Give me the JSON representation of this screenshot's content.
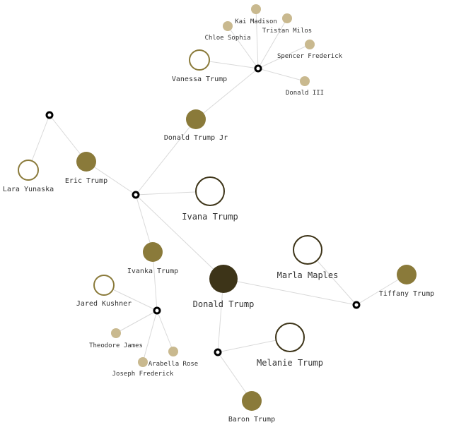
{
  "colors": {
    "root": "#3d3418",
    "child": "#8a7a3a",
    "grandchild": "#c9b98f",
    "spouse_outline": "#3d3418",
    "inlaw_outline": "#8a7a3a",
    "union": "#000000",
    "edge": "#d9d9d9"
  },
  "people": {
    "donald_trump": "Donald Trump",
    "ivana_trump": "Ivana Trump",
    "marla_maples": "Marla Maples",
    "melanie_trump": "Melanie Trump",
    "donald_trump_jr": "Donald Trump Jr",
    "eric_trump": "Eric Trump",
    "ivanka_trump": "Ivanka Trump",
    "tiffany_trump": "Tiffany Trump",
    "baron_trump": "Baron Trump",
    "vanessa_trump": "Vanessa Trump",
    "lara_yunaska": "Lara Yunaska",
    "jared_kushner": "Jared Kushner",
    "kai_madison": "Kai Madison",
    "tristan_milos": "Tristan Milos",
    "chloe_sophia": "Chloe Sophia",
    "spencer_frederick": "Spencer Frederick",
    "donald_iii": "Donald III",
    "theodore_james": "Theodore James",
    "arabella_rose": "Arabella Rose",
    "joseph_frederick": "Joseph Frederick"
  }
}
